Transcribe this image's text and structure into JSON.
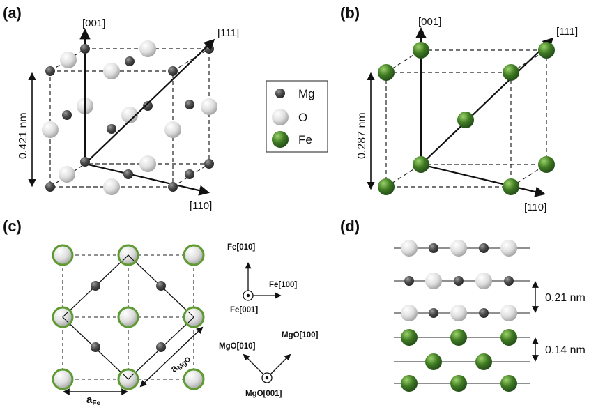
{
  "panels": {
    "a": {
      "label": "(a)",
      "dir_001": "[001]",
      "dir_111": "[111]",
      "dir_110": "[110]",
      "dimension": "0.421 nm"
    },
    "b": {
      "label": "(b)",
      "dir_001": "[001]",
      "dir_111": "[111]",
      "dir_110": "[110]",
      "dimension": "0.287 nm"
    },
    "c": {
      "label": "(c)",
      "fe010": "Fe[010]",
      "fe100": "Fe[100]",
      "fe001": "Fe[001]",
      "mgo010": "MgO[010]",
      "mgo100": "MgO[100]",
      "mgo001": "MgO[001]",
      "a_fe": "a",
      "a_fe_sub": "Fe",
      "a_mgo": "a",
      "a_mgo_sub": "MgO"
    },
    "d": {
      "label": "(d)",
      "spacing_1": "0.21 nm",
      "spacing_2": "0.14 nm"
    }
  },
  "legend": {
    "items": [
      {
        "label": "Mg",
        "color": "#4a4a4a"
      },
      {
        "label": "O",
        "color": "#dcdcdc"
      },
      {
        "label": "Fe",
        "color": "#3f7a22"
      }
    ]
  },
  "colors": {
    "mg": "#4a4a4a",
    "o": "#dcdcdc",
    "fe": "#3f7a22",
    "fe_ring": "#5f9a32",
    "line": "#111111"
  }
}
